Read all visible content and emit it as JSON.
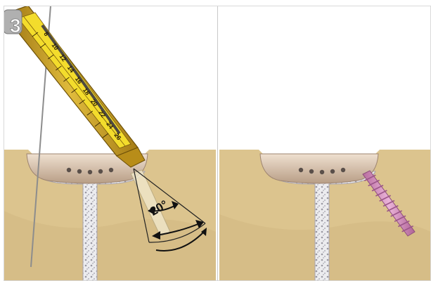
{
  "figure": {
    "step_number": "3",
    "angle_label": "20°",
    "gauge_tick_labels": [
      "8",
      "10",
      "12",
      "14",
      "16",
      "18",
      "20",
      "22",
      "24",
      "26"
    ],
    "colors": {
      "bone": "#dcc48e",
      "cancellous": "#c7c3c8",
      "plate": "#d6c1ad",
      "gauge": "#c8a22a",
      "scale": "#f3dc2c",
      "screw": "#d99ac4",
      "background": "#ffffff"
    },
    "icons": {
      "left_panel": "drill-guide-illustration",
      "right_panel": "screw-placed-illustration"
    }
  }
}
